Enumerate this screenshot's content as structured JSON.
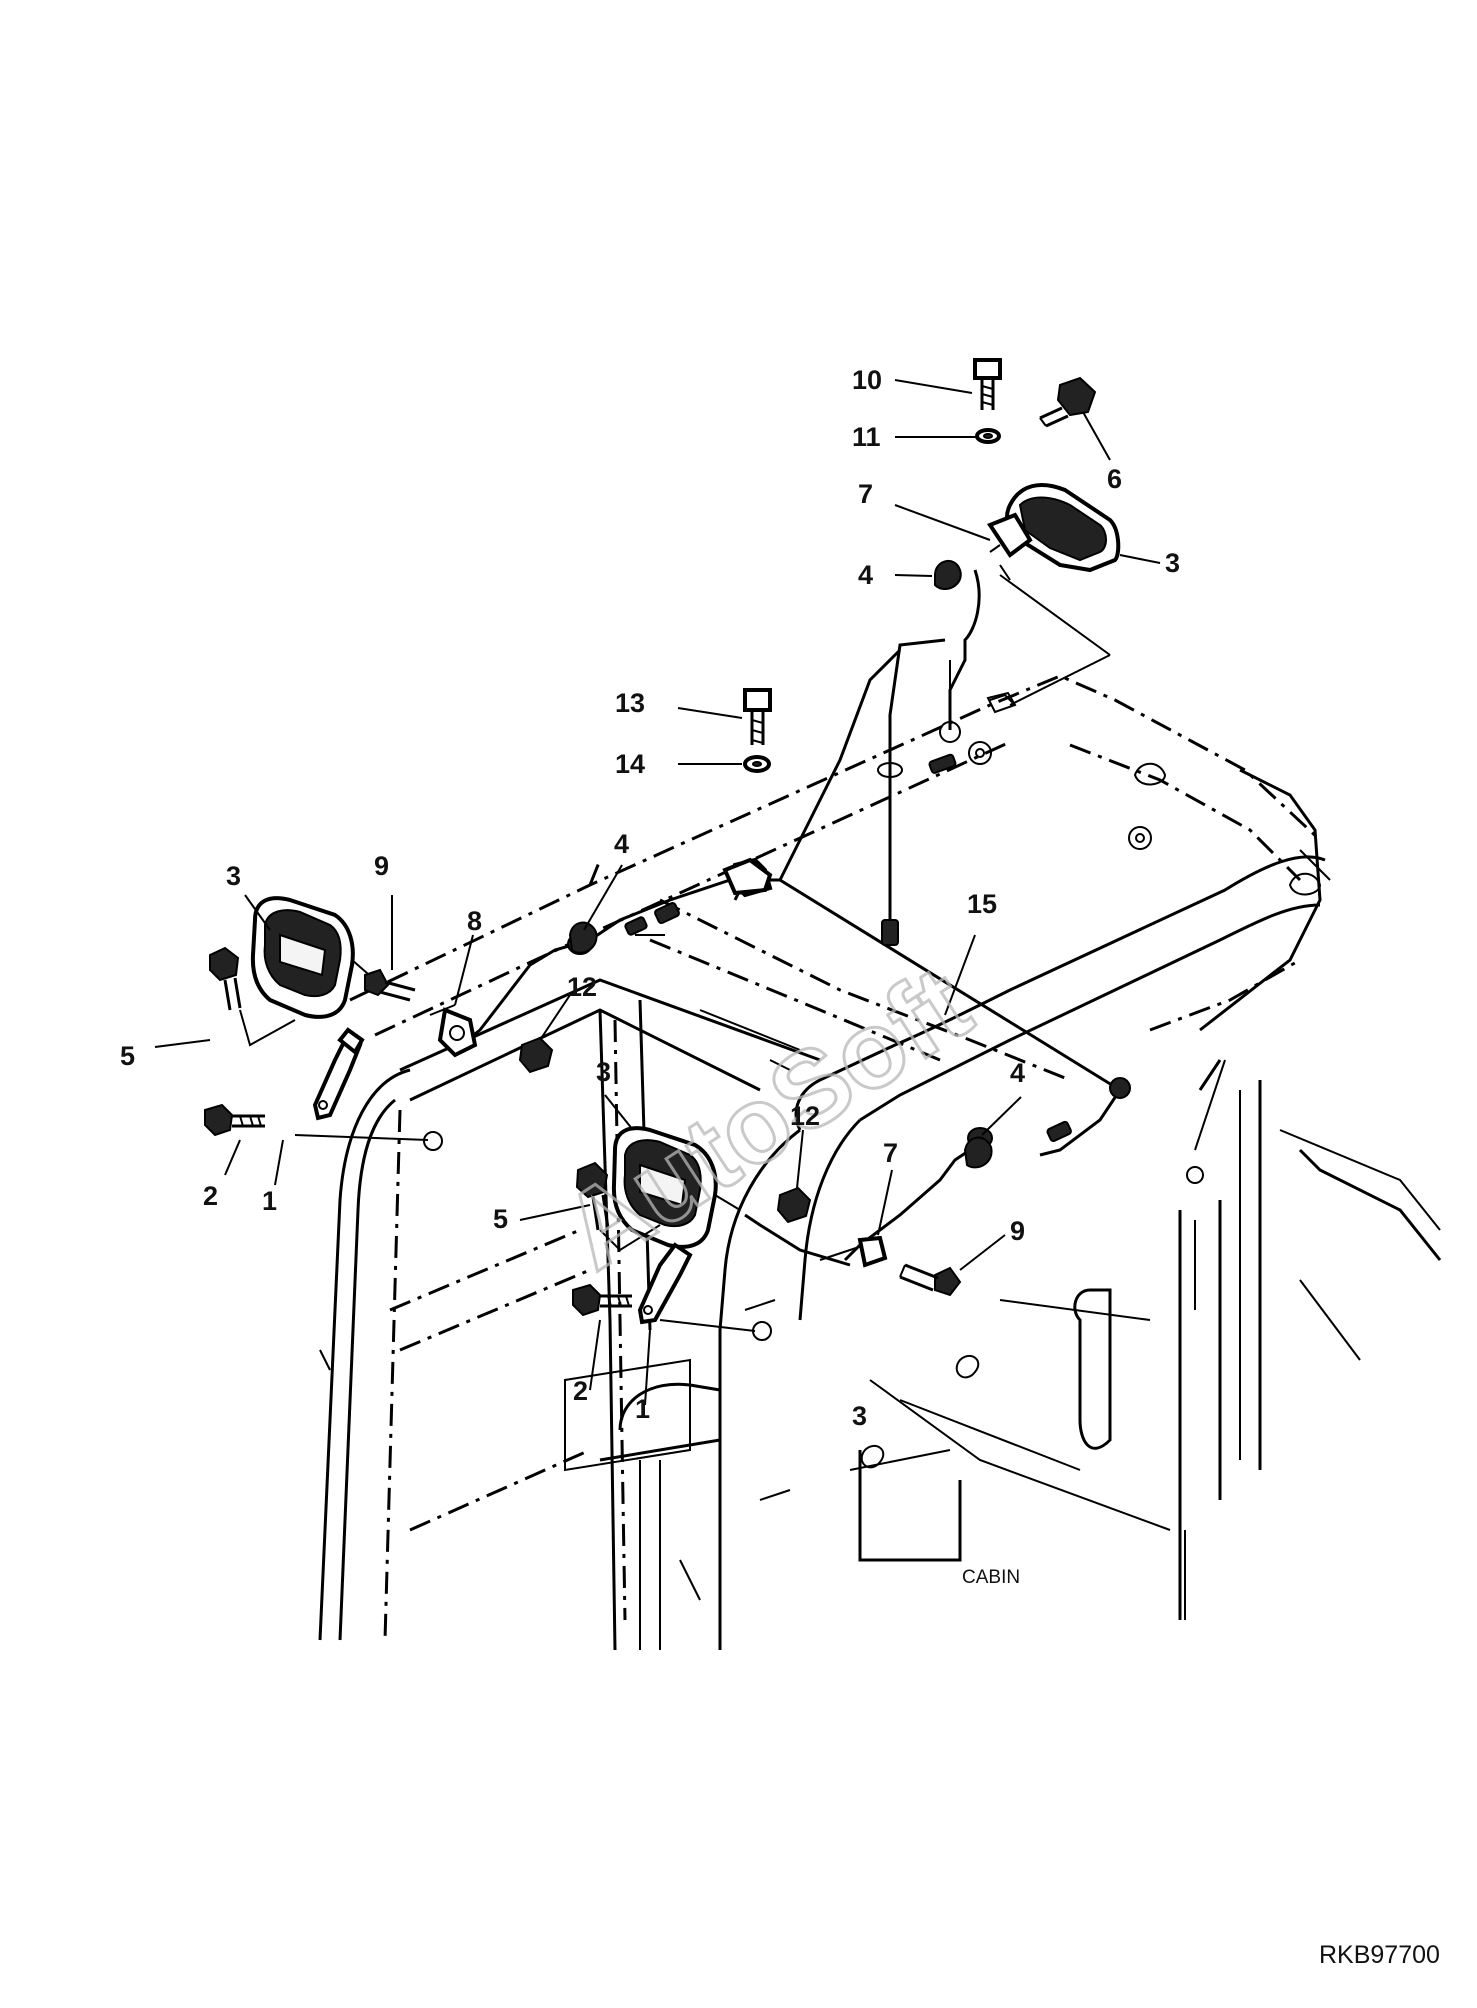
{
  "diagram": {
    "caption": "CABIN",
    "drawing_code": "RKB97700",
    "watermark": "AutoSoft",
    "callouts": [
      {
        "id": "c10",
        "label": "10"
      },
      {
        "id": "c11",
        "label": "11"
      },
      {
        "id": "c6",
        "label": "6"
      },
      {
        "id": "c7",
        "label": "7"
      },
      {
        "id": "c4a",
        "label": "4"
      },
      {
        "id": "c3a",
        "label": "3"
      },
      {
        "id": "c13",
        "label": "13"
      },
      {
        "id": "c14",
        "label": "14"
      },
      {
        "id": "c4b",
        "label": "4"
      },
      {
        "id": "c3b",
        "label": "3"
      },
      {
        "id": "c9a",
        "label": "9"
      },
      {
        "id": "c8",
        "label": "8"
      },
      {
        "id": "c15",
        "label": "15"
      },
      {
        "id": "c12a",
        "label": "12"
      },
      {
        "id": "c5a",
        "label": "5"
      },
      {
        "id": "c3c",
        "label": "3"
      },
      {
        "id": "c4c",
        "label": "4"
      },
      {
        "id": "c12b",
        "label": "12"
      },
      {
        "id": "c7b",
        "label": "7"
      },
      {
        "id": "c2a",
        "label": "2"
      },
      {
        "id": "c1a",
        "label": "1"
      },
      {
        "id": "c5b",
        "label": "5"
      },
      {
        "id": "c9b",
        "label": "9"
      },
      {
        "id": "c2b",
        "label": "2"
      },
      {
        "id": "c1b",
        "label": "1"
      },
      {
        "id": "c3d",
        "label": "3"
      }
    ]
  }
}
